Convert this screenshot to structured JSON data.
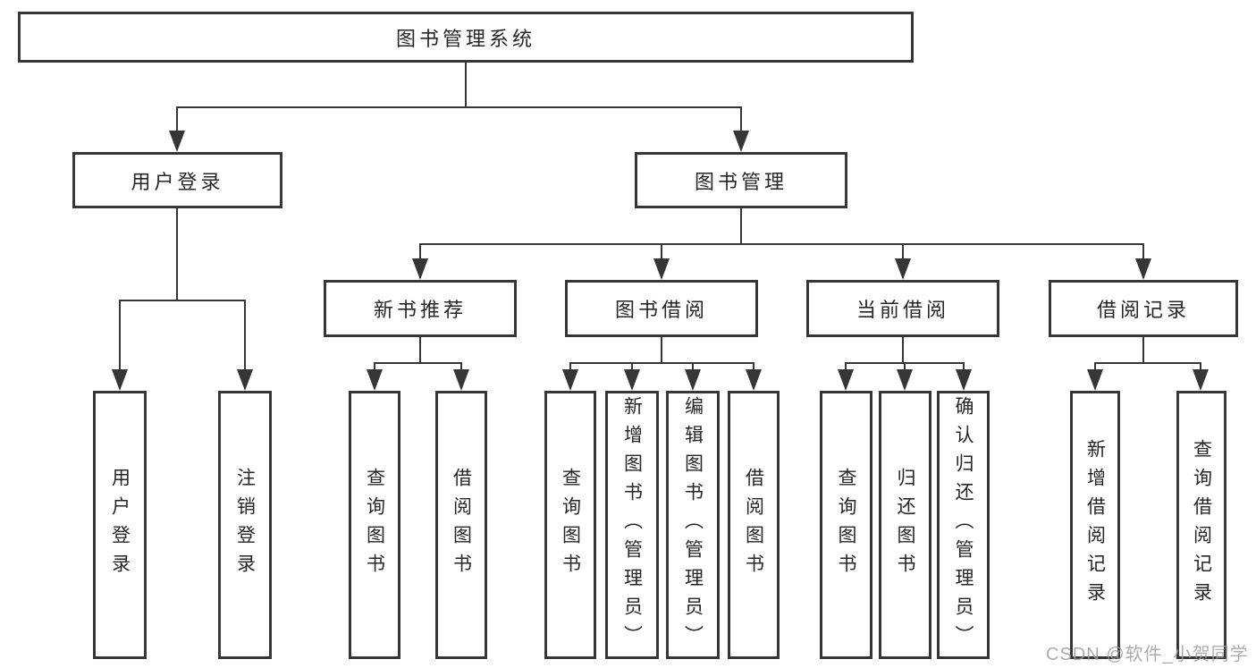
{
  "diagram": {
    "type": "tree",
    "root": {
      "label": "图书管理系统",
      "children": [
        {
          "label": "用户登录",
          "children": [
            {
              "label": "用户登录"
            },
            {
              "label": "注销登录"
            }
          ]
        },
        {
          "label": "图书管理",
          "children": [
            {
              "label": "新书推荐",
              "children": [
                {
                  "label": "查询图书"
                },
                {
                  "label": "借阅图书"
                }
              ]
            },
            {
              "label": "图书借阅",
              "children": [
                {
                  "label": "查询图书"
                },
                {
                  "label": "新增图书（管理员）"
                },
                {
                  "label": "编辑图书（管理员）"
                },
                {
                  "label": "借阅图书"
                }
              ]
            },
            {
              "label": "当前借阅",
              "children": [
                {
                  "label": "查询图书"
                },
                {
                  "label": "归还图书"
                },
                {
                  "label": "确认归还（管理员）"
                }
              ]
            },
            {
              "label": "借阅记录",
              "children": [
                {
                  "label": "新增借阅记录"
                },
                {
                  "label": "查询借阅记录"
                }
              ]
            }
          ]
        }
      ]
    },
    "watermark": "CSDN @软件_小贺同学",
    "colors": {
      "line": "#363636",
      "box_border": "#363636",
      "text": "#262626",
      "watermark": "#9e9e9e",
      "background": "#ffffff"
    }
  }
}
